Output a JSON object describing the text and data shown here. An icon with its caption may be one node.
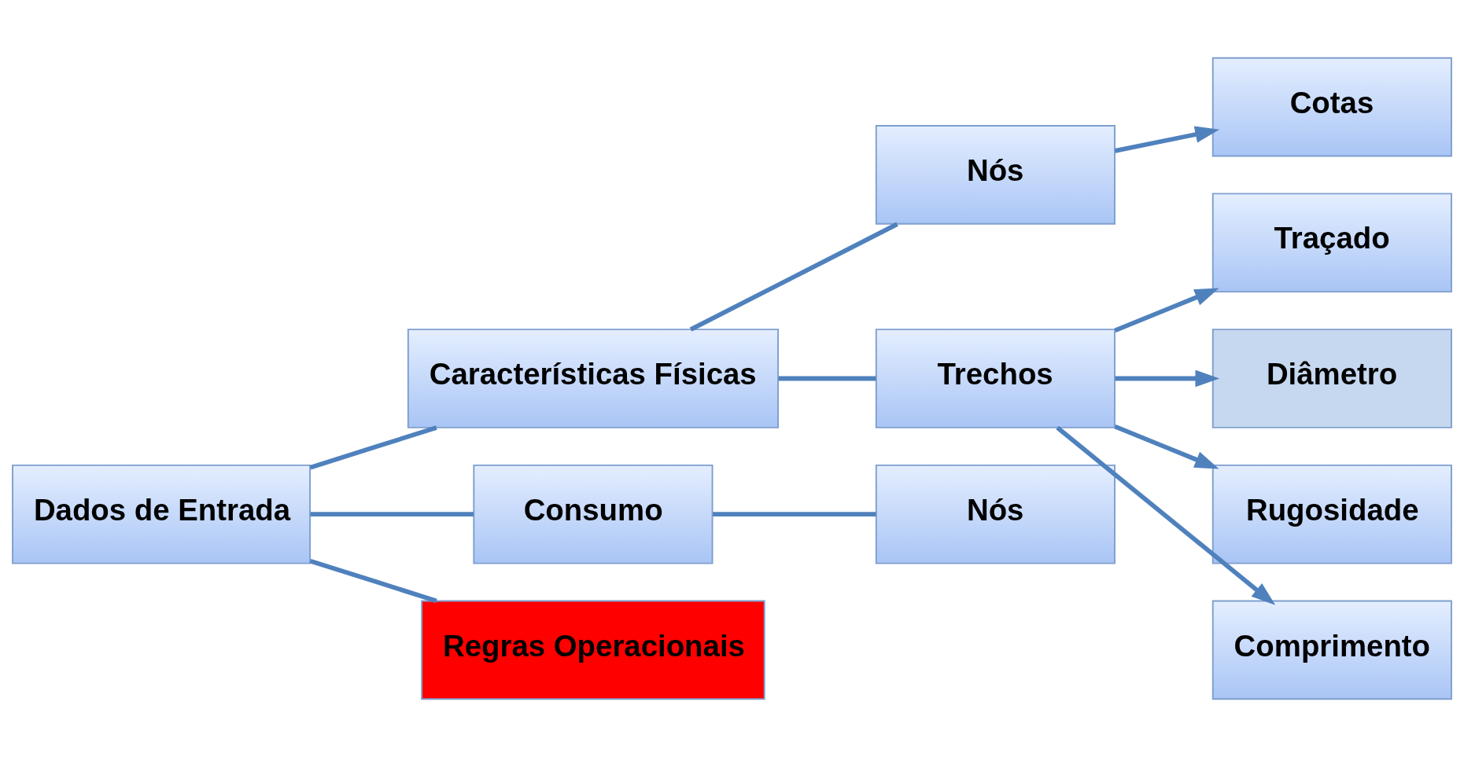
{
  "diagram": {
    "nodes": [
      {
        "text": [
          "Dados de Entrada"
        ]
      },
      {
        "text": [
          "Características Físicas"
        ]
      },
      {
        "text": [
          "Consumo"
        ]
      },
      {
        "text": [
          "Regras Operacionais"
        ]
      },
      {
        "text": [
          "Nós"
        ]
      },
      {
        "text": [
          "Trechos"
        ]
      },
      {
        "text": [
          "Cotas"
        ]
      },
      {
        "text": [
          "Nós"
        ]
      },
      {
        "text": [
          "Traçado"
        ]
      },
      {
        "text": [
          "Diâmetro"
        ]
      },
      {
        "text": [
          "Rugosidade"
        ]
      },
      {
        "text": [
          "Comprimento"
        ]
      }
    ],
    "edges": [
      {
        "from": 0,
        "to": 1,
        "arrow": "none"
      },
      {
        "from": 0,
        "to": 2,
        "arrow": "none"
      },
      {
        "from": 0,
        "to": 3,
        "arrow": "none"
      },
      {
        "from": 1,
        "to": 4,
        "arrow": "none"
      },
      {
        "from": 1,
        "to": 5,
        "arrow": "none"
      },
      {
        "from": 4,
        "to": 6,
        "arrow": "to"
      },
      {
        "from": 2,
        "to": 7,
        "arrow": "none"
      },
      {
        "from": 5,
        "to": 8,
        "arrow": "to"
      },
      {
        "from": 5,
        "to": 9,
        "arrow": "to"
      },
      {
        "from": 5,
        "to": 10,
        "arrow": "to"
      },
      {
        "from": 5,
        "to": 11,
        "arrow": "to"
      }
    ]
  }
}
